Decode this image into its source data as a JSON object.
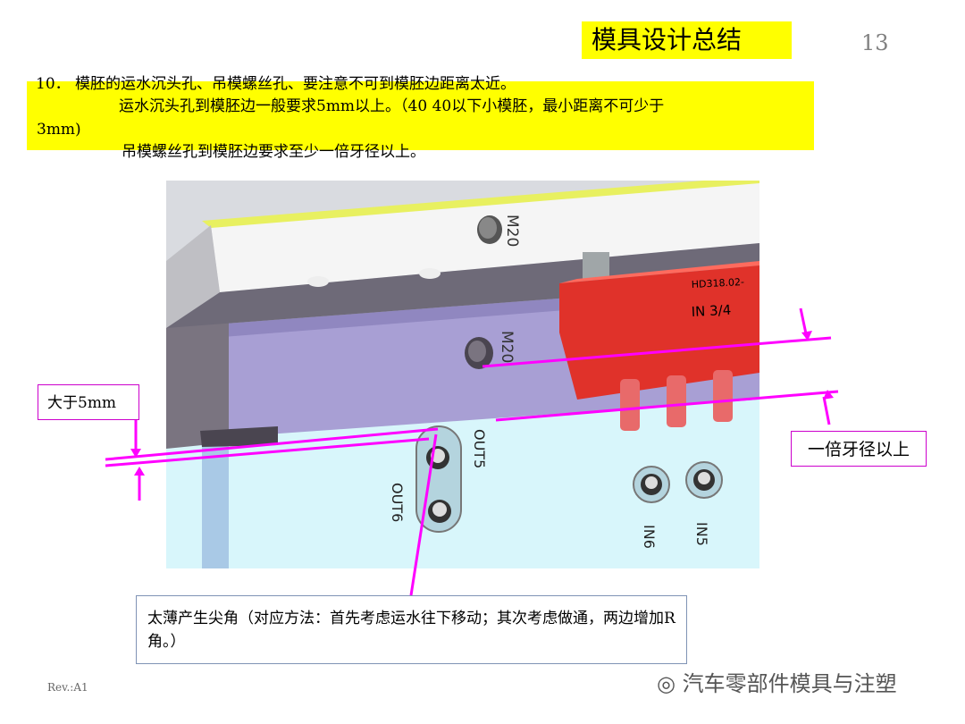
{
  "title": "模具设计总结",
  "page_number": "13",
  "notes": {
    "line1": "10．   模胚的运水沉头孔、吊模螺丝孔、要注意不可到模胚边距离太近。",
    "line2": "运水沉头孔到模胚边一般要求5mm以上。（40 40以下小模胚，最小距离不可少于",
    "line3": "3mm)",
    "line4": "吊模螺丝孔到模胚边要求至少一倍牙径以上。"
  },
  "callouts": {
    "greater_5mm": "大于5mm",
    "thread_dia": "一倍牙径以上",
    "sharp_corner": "太薄产生尖角（对应方法：首先考虑运水往下移动；其次考虑做通，两边增加R角。）"
  },
  "model_labels": {
    "m20_top": "M20",
    "m20_mid": "M20",
    "manifold": "HD318.02-",
    "manifold_in": "IN 3/4",
    "out5": "OUT5",
    "out6": "OUT6",
    "in6": "IN6",
    "in5": "IN5"
  },
  "footer": {
    "revision": "Rev.:A1",
    "watermark": "汽车零部件模具与注塑"
  },
  "colors": {
    "highlight": "#ffff00",
    "annotation": "#ff00ff",
    "manifold": "#e0322a",
    "plate_purple": "#a89fd4",
    "plate_cyan": "#d8f6fb"
  }
}
